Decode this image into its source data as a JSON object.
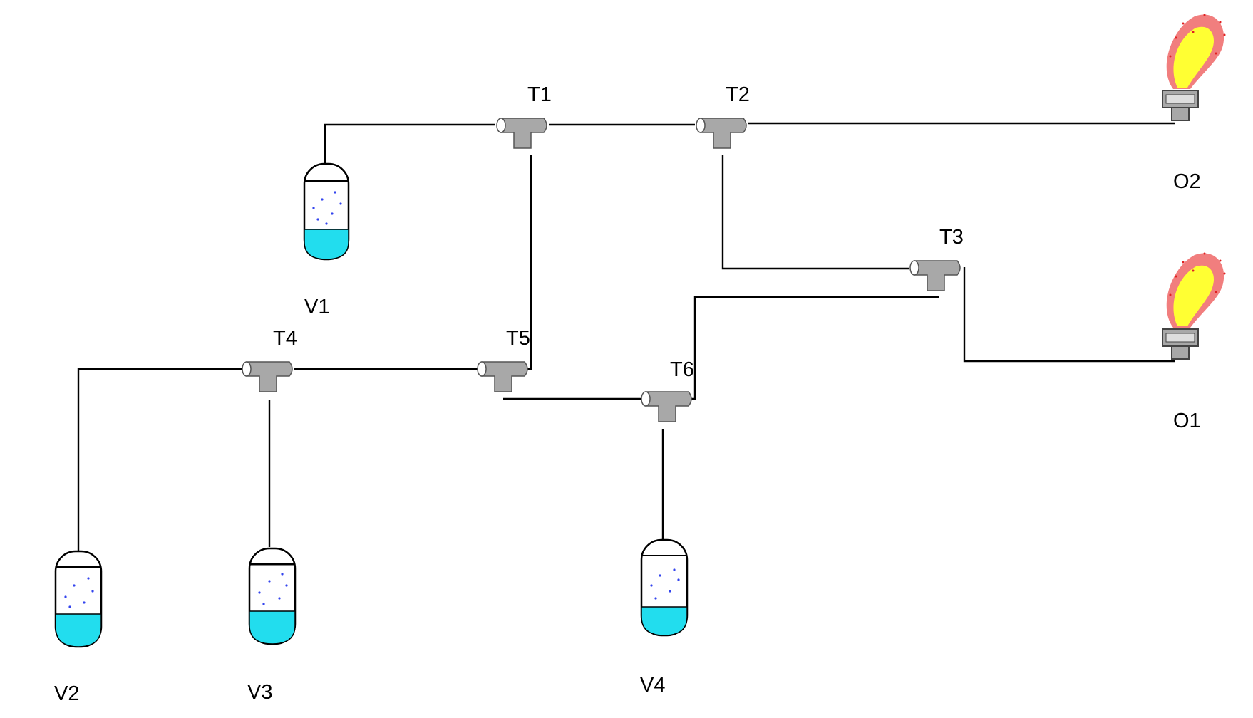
{
  "diagram": {
    "type": "flare-header-network",
    "nodes": {
      "v1": {
        "label": "V1",
        "kind": "vessel"
      },
      "v2": {
        "label": "V2",
        "kind": "vessel"
      },
      "v3": {
        "label": "V3",
        "kind": "vessel"
      },
      "v4": {
        "label": "V4",
        "kind": "vessel"
      },
      "t1": {
        "label": "T1",
        "kind": "tee"
      },
      "t2": {
        "label": "T2",
        "kind": "tee"
      },
      "t3": {
        "label": "T3",
        "kind": "tee"
      },
      "t4": {
        "label": "T4",
        "kind": "tee"
      },
      "t5": {
        "label": "T5",
        "kind": "tee"
      },
      "t6": {
        "label": "T6",
        "kind": "tee"
      },
      "o1": {
        "label": "O1",
        "kind": "flare"
      },
      "o2": {
        "label": "O2",
        "kind": "flare"
      }
    },
    "connections": [
      {
        "from": "v1",
        "to": "t1"
      },
      {
        "from": "t1",
        "to": "t2"
      },
      {
        "from": "t2",
        "to": "o2"
      },
      {
        "from": "t2",
        "to": "t3"
      },
      {
        "from": "t3",
        "to": "o1"
      },
      {
        "from": "t3",
        "to": "t6"
      },
      {
        "from": "t1",
        "to": "t5"
      },
      {
        "from": "t4",
        "to": "t5"
      },
      {
        "from": "v2",
        "to": "t4"
      },
      {
        "from": "v3",
        "to": "t4"
      },
      {
        "from": "t5",
        "to": "t6"
      },
      {
        "from": "v4",
        "to": "t6"
      }
    ]
  },
  "colors": {
    "pipe": "#000000",
    "fitting": "#a8a8a8",
    "liquid": "#22ddee",
    "bubbles": "#3344ee",
    "flame_outer": "#f07070",
    "flame_inner": "#ffff33"
  }
}
